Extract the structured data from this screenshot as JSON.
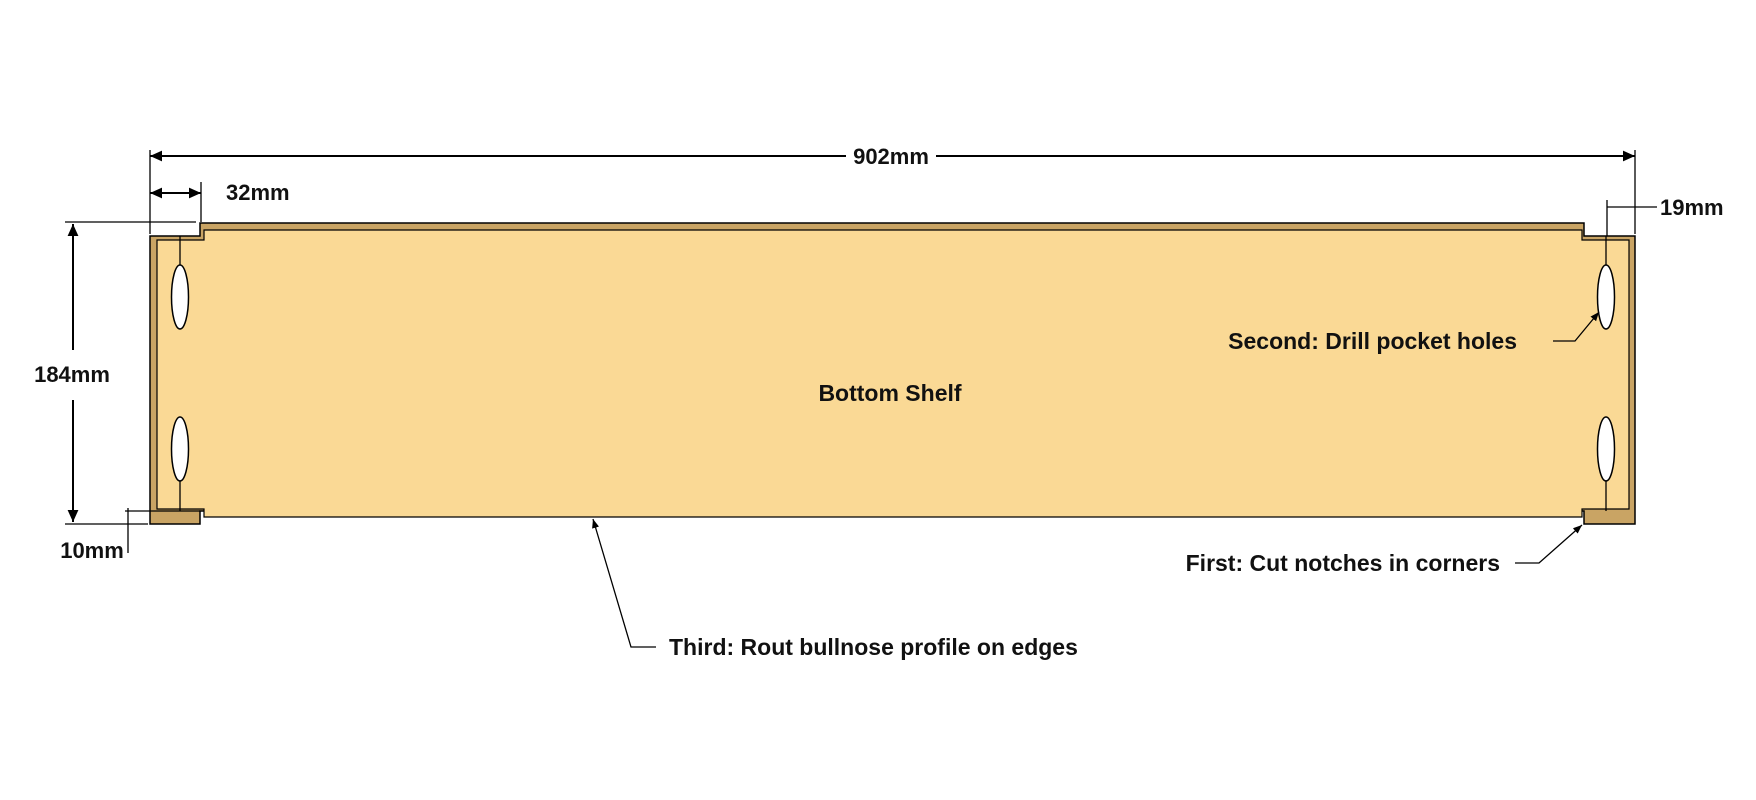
{
  "part": {
    "label": "Bottom Shelf",
    "face_color": "#FAD995",
    "edge_color": "#C9A464"
  },
  "dimensions": {
    "overall_length": "902mm",
    "width": "184mm",
    "notch_length": "32mm",
    "notch_depth": "10mm",
    "edge_margin": "19mm"
  },
  "notes": {
    "first": "First: Cut notches in corners",
    "second": "Second: Drill pocket holes",
    "third": "Third: Rout bullnose profile on edges"
  },
  "pocket_holes": {
    "count": 4
  }
}
